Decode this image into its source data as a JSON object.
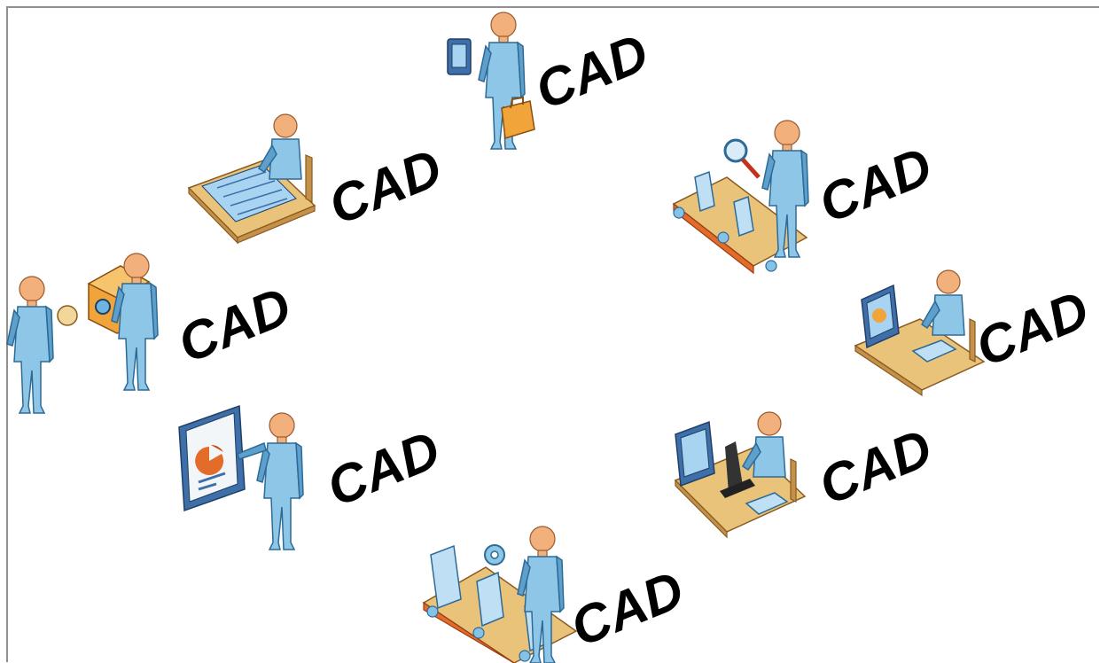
{
  "labels": {
    "designer": "CAD",
    "sales": "CAD",
    "inspector": "CAD",
    "logistics": "CAD",
    "artist": "CAD",
    "presenter": "CAD",
    "scientist": "CAD",
    "production": "CAD"
  },
  "colors": {
    "text": "#000000",
    "clothing": "#8ec6e8",
    "skin": "#f2b07c",
    "desk": "#e9c37a",
    "accent": "#e36c2b",
    "frame": "#8f8f8f"
  },
  "icons": [
    "designer-at-drafting-desk-icon",
    "salesperson-with-briefcase-icon",
    "inspector-with-magnifier-icon",
    "logistics-handover-icon",
    "artist-at-computer-icon",
    "presenter-with-chart-icon",
    "scientist-with-microscope-icon",
    "production-line-worker-icon"
  ]
}
